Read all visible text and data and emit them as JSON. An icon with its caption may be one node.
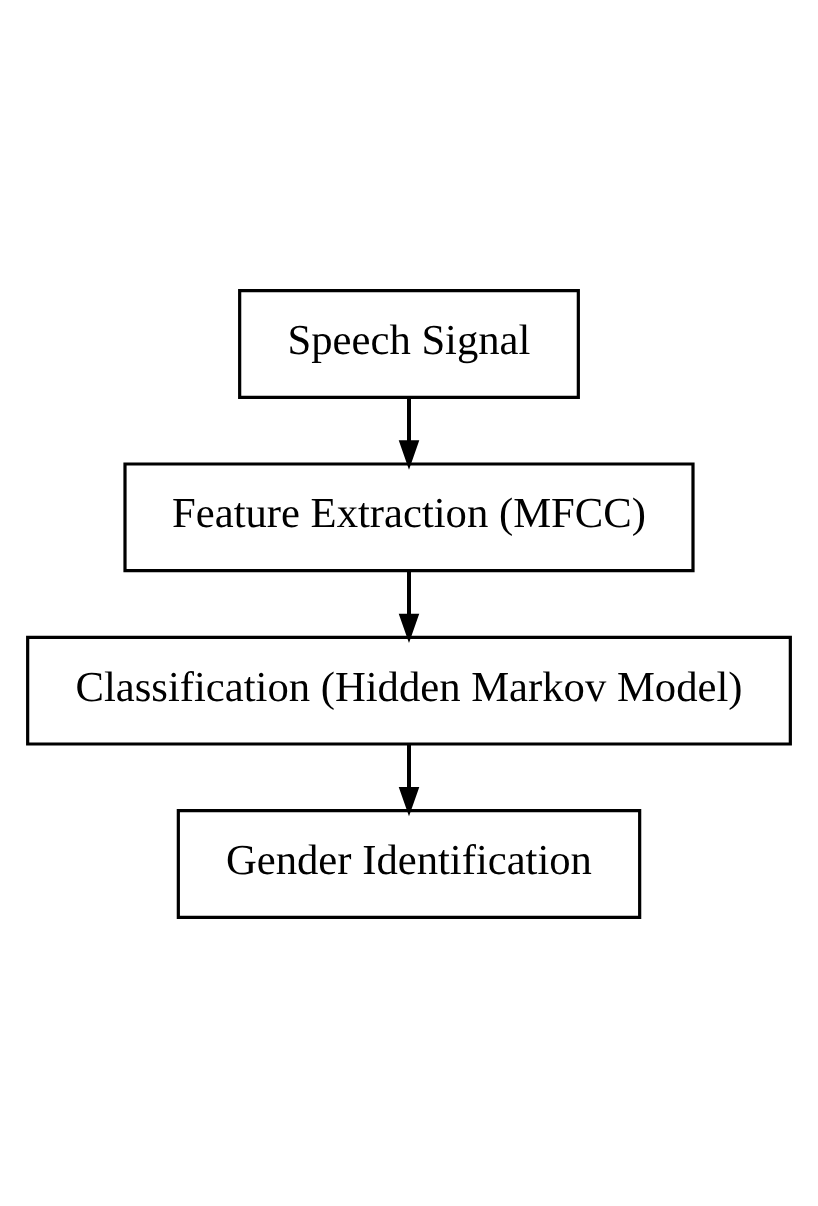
{
  "diagram": {
    "nodes": [
      {
        "text": [
          "Speech Signal"
        ]
      },
      {
        "text": [
          "Feature Extraction (MFCC)"
        ]
      },
      {
        "text": [
          "Classification (Hidden Markov Model)"
        ]
      },
      {
        "text": [
          "Gender Identification"
        ]
      }
    ],
    "edges": [
      {
        "from": 0,
        "to": 1,
        "arrow": "to"
      },
      {
        "from": 1,
        "to": 2,
        "arrow": "to"
      },
      {
        "from": 2,
        "to": 3,
        "arrow": "to"
      }
    ]
  }
}
